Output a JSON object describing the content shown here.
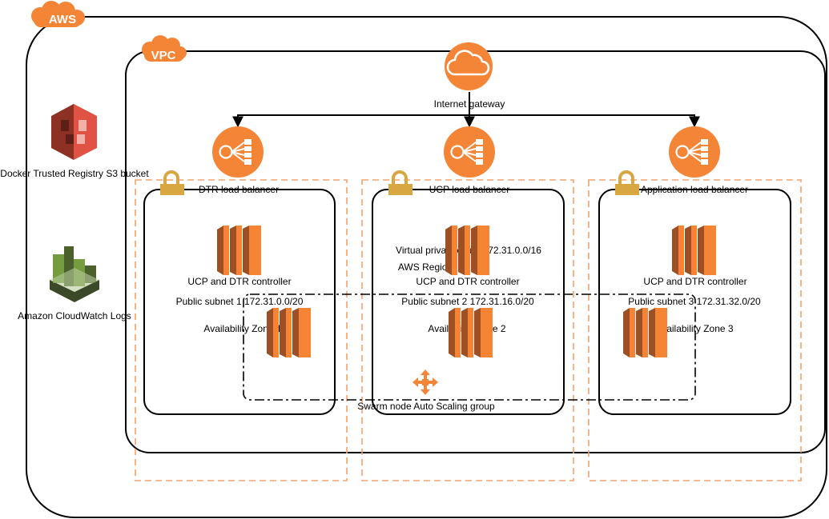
{
  "colors": {
    "aws_orange": "#f58536",
    "container_border": "#000000",
    "subnet_dash": "#f7a26b",
    "lock_gold": "#d9a741",
    "s3_red": "#e05243",
    "cloudwatch_green": "#759c3e",
    "ec2_orange": "#f58534"
  },
  "badges": {
    "aws": "AWS",
    "vpc": "VPC"
  },
  "gateway": {
    "icon": "cloud-icon",
    "label": "Internet gateway"
  },
  "load_balancers": [
    {
      "icon": "load-balancer-icon",
      "label": "DTR load balancer"
    },
    {
      "icon": "load-balancer-icon",
      "label": "UCP load balancer"
    },
    {
      "icon": "load-balancer-icon",
      "label": "Application load balancer"
    }
  ],
  "services": {
    "s3": {
      "icon": "s3-bucket-icon",
      "label": "Docker Trusted Registry S3 bucket"
    },
    "cloudwatch": {
      "icon": "cloudwatch-icon",
      "label": "Amazon CloudWatch Logs"
    }
  },
  "controllers": [
    {
      "icon": "ec2-instance-icon",
      "label": "UCP and DTR controller"
    },
    {
      "icon": "ec2-instance-icon",
      "label": "UCP and DTR controller"
    },
    {
      "icon": "ec2-instance-icon",
      "label": "UCP and DTR controller"
    }
  ],
  "subnets": [
    {
      "label": "Public subnet 1 172.31.0.0/20",
      "az_label": "Availability Zone 1"
    },
    {
      "label": "Public subnet 2 172.31.16.0/20",
      "az_label": "Availability Zone 2"
    },
    {
      "label": "Public subnet 3 172.31.32.0/20",
      "az_label": "Availability Zone 3"
    }
  ],
  "vpc_label": "Virtual private cloud 172.31.0.0/16",
  "region_label": "AWS Region",
  "asg": {
    "icon": "auto-scaling-icon",
    "label": "Swarm node Auto Scaling group"
  }
}
